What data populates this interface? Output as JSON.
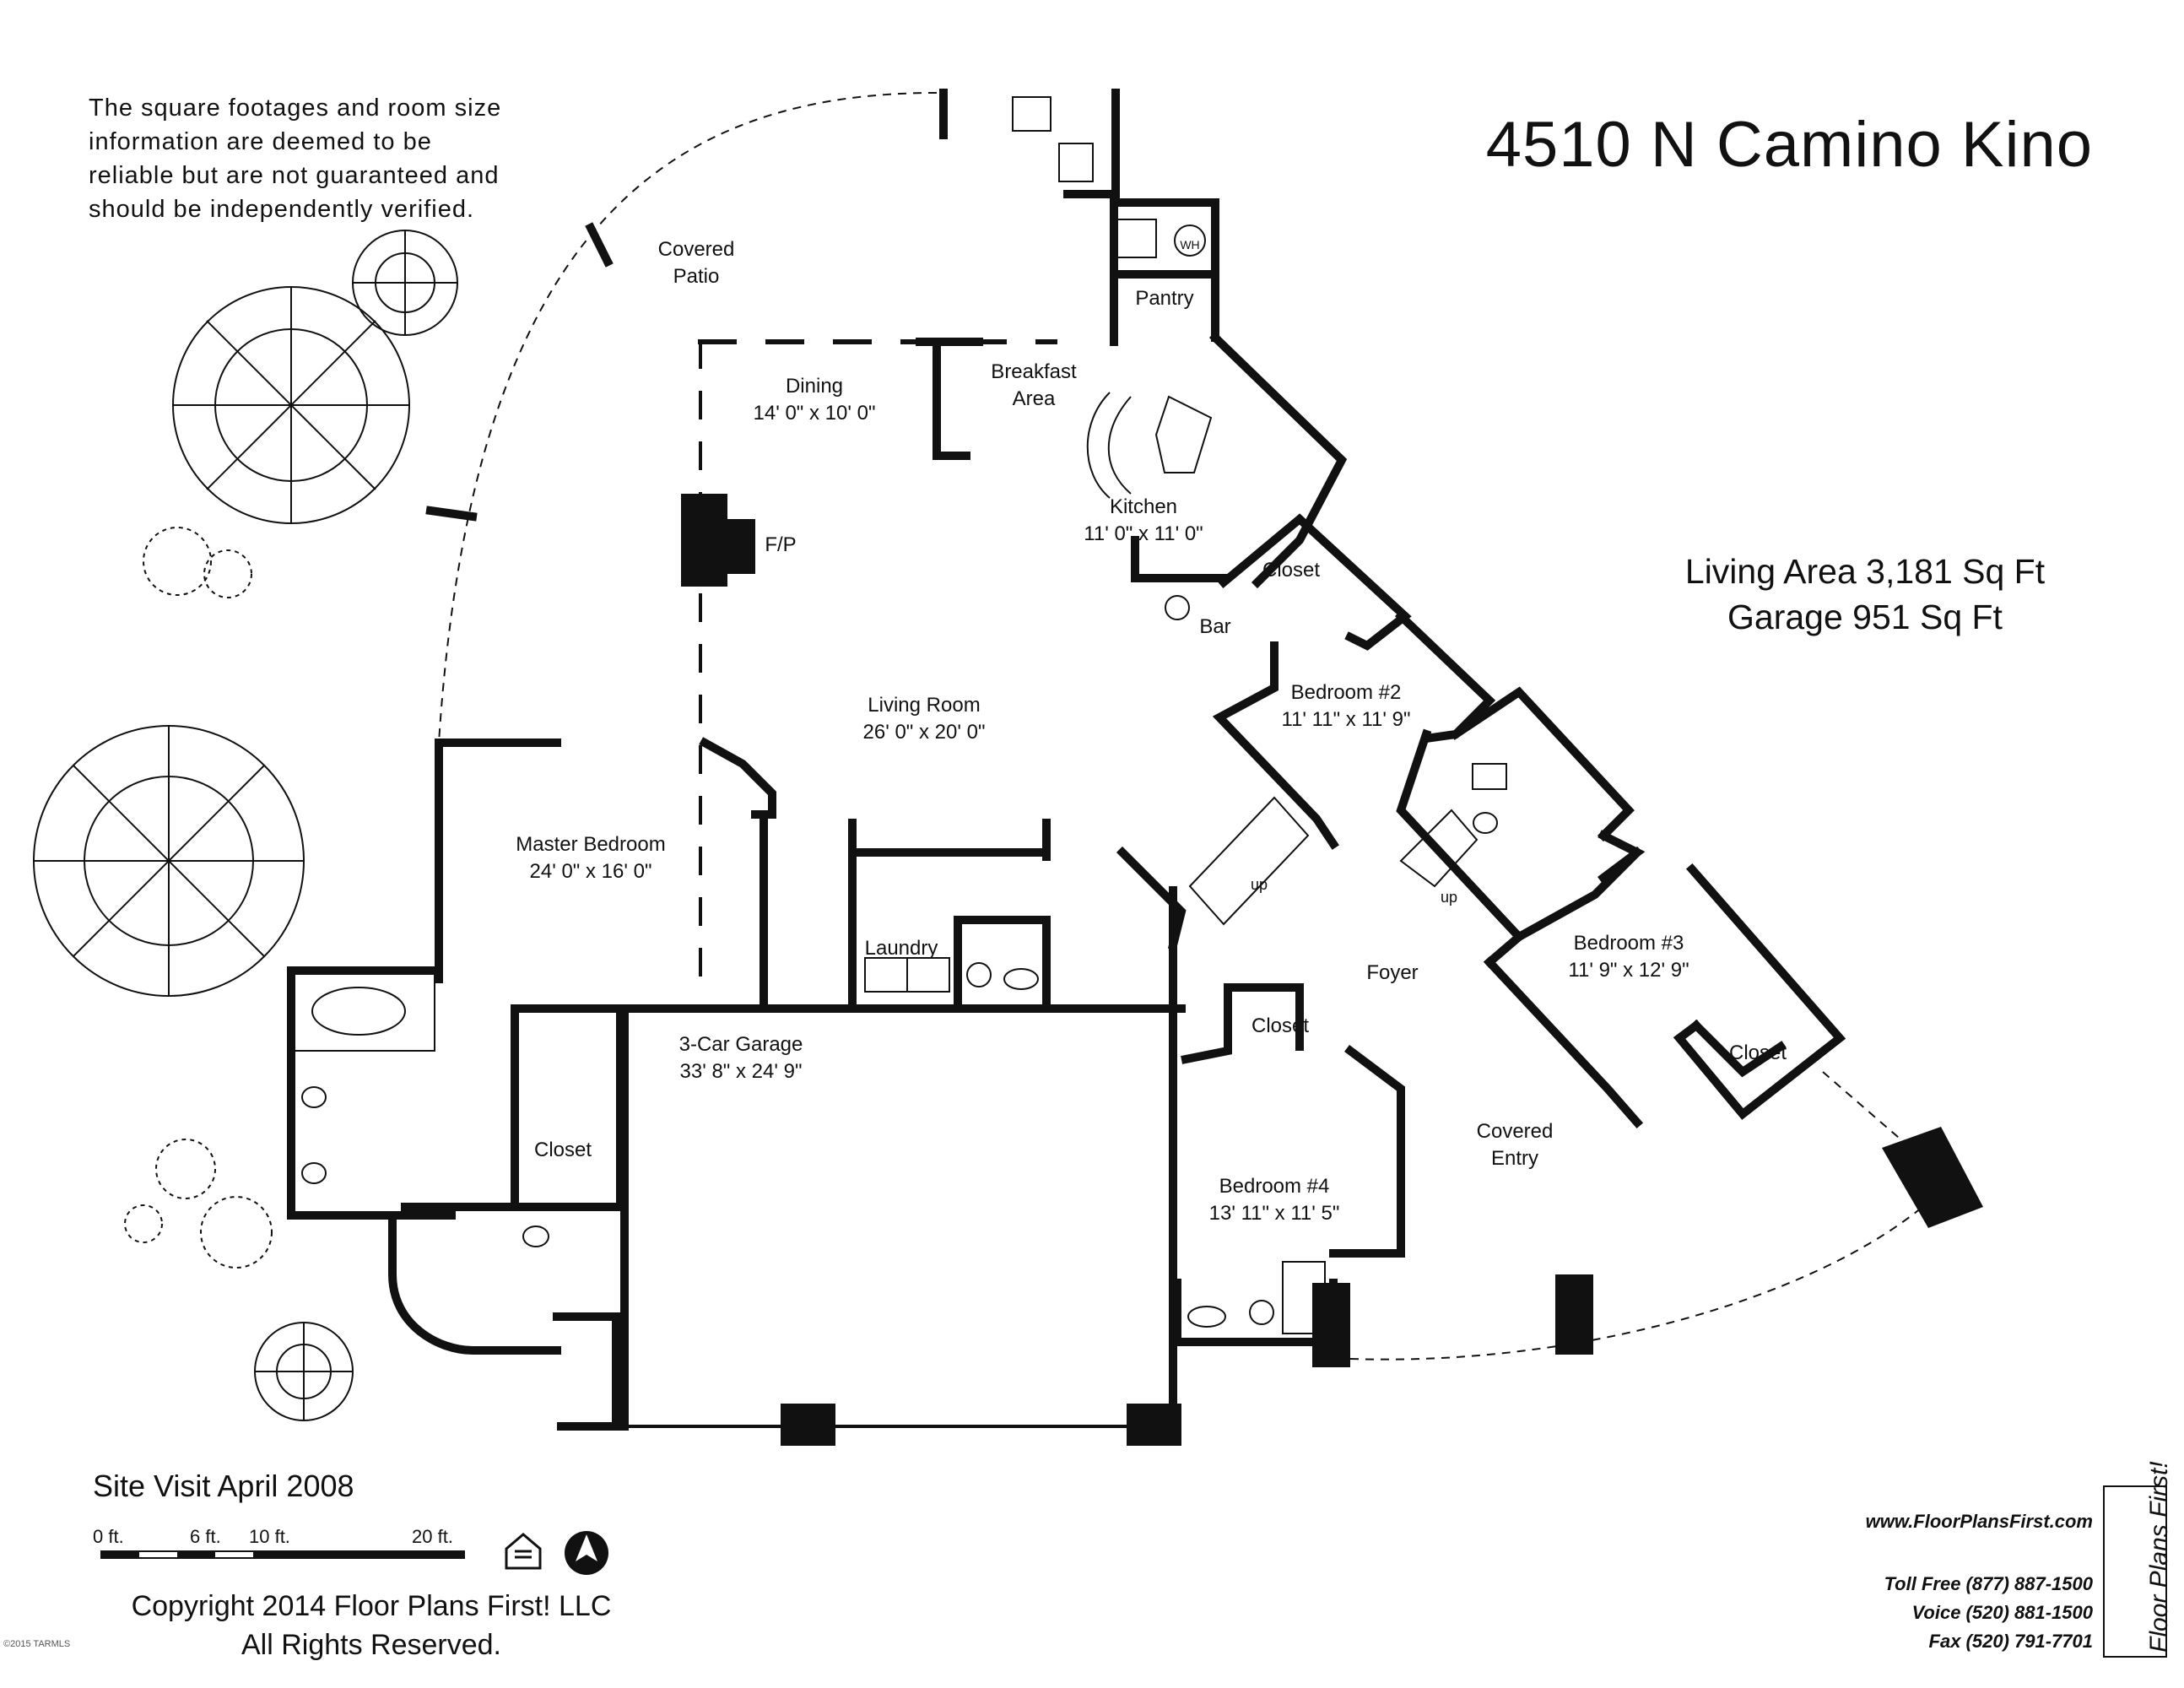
{
  "header": {
    "title": "4510 N Camino Kino",
    "disclaimer": [
      "The square footages and room size",
      "information are deemed to be",
      "reliable but are not guaranteed and",
      "should be independently verified."
    ]
  },
  "summary": {
    "living_area": "Living Area 3,181 Sq Ft",
    "garage": "Garage 951 Sq Ft"
  },
  "rooms": {
    "covered_patio": [
      "Covered",
      "Patio"
    ],
    "pantry": "Pantry",
    "wh": "WH",
    "dining": [
      "Dining",
      "14' 0\" x 10' 0\""
    ],
    "breakfast": [
      "Breakfast",
      "Area"
    ],
    "kitchen": [
      "Kitchen",
      "11' 0\" x 11' 0\""
    ],
    "fp": "F/P",
    "closet_1": "Closet",
    "bar": "Bar",
    "bedroom2": [
      "Bedroom #2",
      "11' 11\" x 11' 9\""
    ],
    "living": [
      "Living Room",
      "26' 0\" x 20' 0\""
    ],
    "master": [
      "Master Bedroom",
      "24' 0\" x 16' 0\""
    ],
    "laundry": "Laundry",
    "up_1": "up",
    "up_2": "up",
    "foyer": "Foyer",
    "bedroom3": [
      "Bedroom #3",
      "11' 9\" x 12' 9\""
    ],
    "closet_2": "Closet",
    "closet_3": "Closet",
    "garage": [
      "3-Car Garage",
      "33' 8\" x 24' 9\""
    ],
    "closet_4": "Closet",
    "covered_entry": [
      "Covered",
      "Entry"
    ],
    "bedroom4": [
      "Bedroom #4",
      "13' 11\" x 11' 5\""
    ]
  },
  "footer": {
    "site_visit": "Site Visit April 2008",
    "scale_labels": [
      "0 ft.",
      "6 ft.",
      "10 ft.",
      "20 ft."
    ],
    "copyright": [
      "Copyright 2014 Floor Plans First! LLC",
      "All Rights Reserved."
    ],
    "website": "www.FloorPlansFirst.com",
    "contact": [
      "Toll Free (877) 887-1500",
      "Voice (520) 881-1500",
      "Fax (520) 791-7701"
    ],
    "brand": "Floor Plans First!",
    "tiny_mark": "©2015 TARMLS"
  },
  "icons": [
    "tree-icon",
    "equal-housing-icon",
    "north-arrow-icon"
  ],
  "colors": {
    "wall": "#111111",
    "line": "#333333",
    "paper": "#ffffff"
  }
}
